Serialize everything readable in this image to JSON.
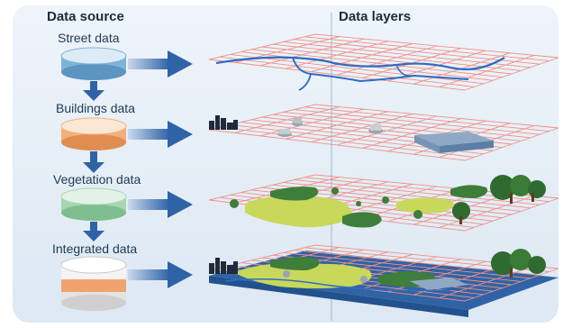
{
  "headers": {
    "source": "Data source",
    "layers": "Data layers"
  },
  "sources": [
    {
      "label": "Street data",
      "cylinder_color": "#7eb3d8",
      "layer": "street"
    },
    {
      "label": "Buildings data",
      "cylinder_color": "#f3b07a",
      "layer": "buildings"
    },
    {
      "label": "Vegetation data",
      "cylinder_color": "#a7d6b2",
      "layer": "vegetation"
    },
    {
      "label": "Integrated data",
      "cylinder_color": "#f0a36e",
      "layer": "integrated"
    }
  ],
  "colors": {
    "background": "#e9f1f8",
    "arrow": "#2f63a6",
    "grid": "#f09088",
    "street": "#2f6cc4",
    "vegetation": "#3f7d3a",
    "understory": "#c8d85a",
    "base_edge": "#2f63a6"
  }
}
